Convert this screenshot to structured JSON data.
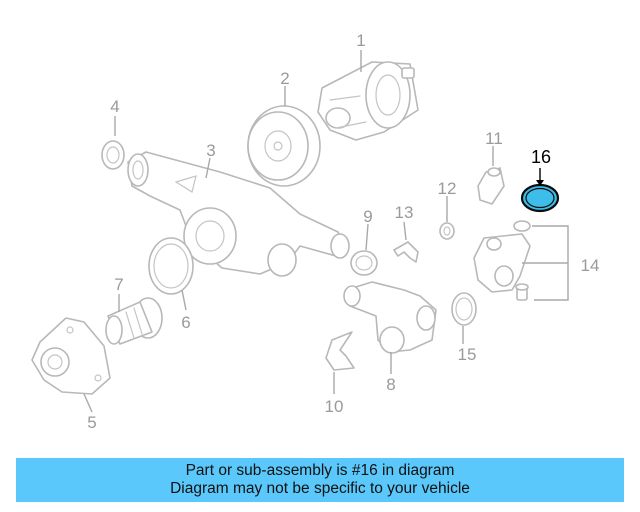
{
  "colors": {
    "highlight_fill": "#3dbde9",
    "caption_background": "#5ac8fa",
    "part_line": "#b8b8b8",
    "callout_text": "#9a9a9a"
  },
  "diagram": {
    "highlighted_part": "16",
    "callouts": {
      "c1": "1",
      "c2": "2",
      "c3": "3",
      "c4": "4",
      "c5": "5",
      "c6": "6",
      "c7": "7",
      "c8": "8",
      "c9": "9",
      "c10": "10",
      "c11": "11",
      "c12": "12",
      "c13": "13",
      "c14": "14",
      "c15": "15",
      "c16": "16"
    }
  },
  "caption": {
    "line1": "Part or sub-assembly is #16 in diagram",
    "line2": "Diagram may not be specific to your vehicle"
  }
}
